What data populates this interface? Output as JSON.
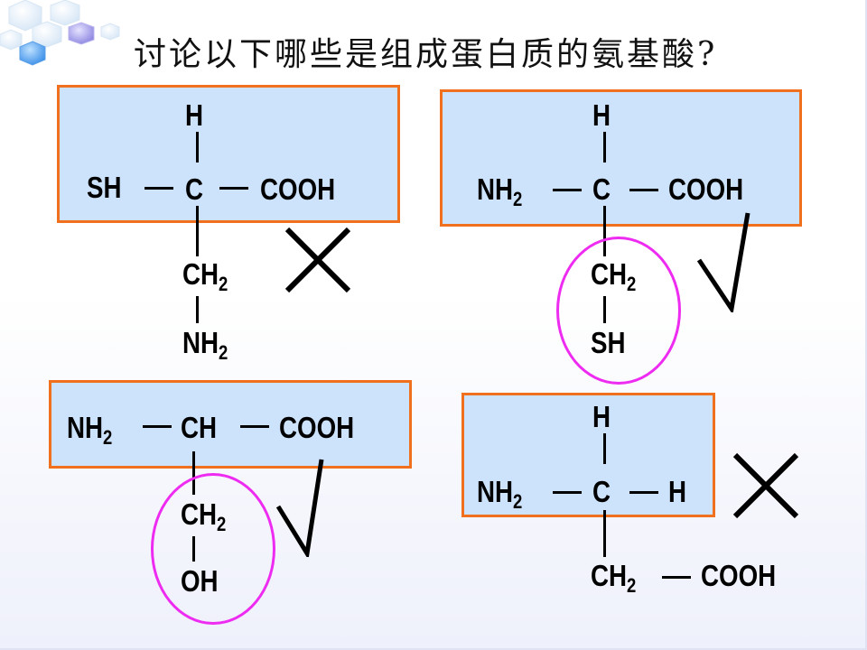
{
  "slide": {
    "title": "讨论以下哪些是组成蛋白质的氨基酸?"
  },
  "structures": [
    {
      "id": 1,
      "verdict": "cross",
      "top": "H",
      "left": "SH",
      "center": "C",
      "right": "COOH",
      "below_1_main": "CH",
      "below_1_sub": "2",
      "below_2_main": "NH",
      "below_2_sub": "2"
    },
    {
      "id": 2,
      "verdict": "check",
      "top": "H",
      "left_main": "NH",
      "left_sub": "2",
      "center": "C",
      "right": "COOH",
      "below_1_main": "CH",
      "below_1_sub": "2",
      "below_2": "SH"
    },
    {
      "id": 3,
      "verdict": "check",
      "left_main": "NH",
      "left_sub": "2",
      "center": "CH",
      "right": "COOH",
      "below_1_main": "CH",
      "below_1_sub": "2",
      "below_2": "OH"
    },
    {
      "id": 4,
      "verdict": "cross",
      "top": "H",
      "left_main": "NH",
      "left_sub": "2",
      "center": "C",
      "right": "H",
      "below_1_main": "CH",
      "below_1_sub": "2",
      "below_1_right": "COOH"
    }
  ],
  "colors": {
    "box_fill": "#cde2fb",
    "box_border": "#f0701e",
    "circle": "#ee2bf0",
    "ink": "#000000"
  },
  "decor": {
    "icon": "hexagon-cluster-icon"
  }
}
